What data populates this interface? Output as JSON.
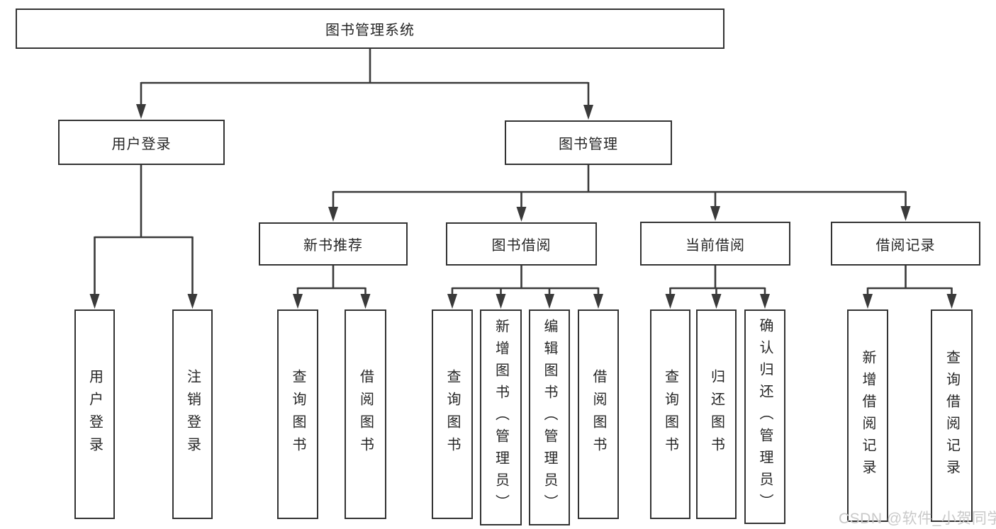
{
  "diagram": {
    "root": {
      "label": "图书管理系统"
    },
    "level2": {
      "user_login": {
        "label": "用户登录"
      },
      "book_management": {
        "label": "图书管理"
      }
    },
    "level3": {
      "new_book_recommend": {
        "label": "新书推荐"
      },
      "book_borrowing": {
        "label": "图书借阅"
      },
      "current_borrowing": {
        "label": "当前借阅"
      },
      "borrowing_records": {
        "label": "借阅记录"
      }
    },
    "leaves": {
      "user_login": {
        "label": "用户登录"
      },
      "logout": {
        "label": "注销登录"
      },
      "recommend_query_books": {
        "label": "查询图书"
      },
      "recommend_borrow_books": {
        "label": "借阅图书"
      },
      "borrowing_query_books": {
        "label": "查询图书"
      },
      "borrowing_add_books_admin": {
        "label": "新增图书（管理员）"
      },
      "borrowing_edit_books_admin": {
        "label": "编辑图书（管理员）"
      },
      "borrowing_borrow_books": {
        "label": "借阅图书"
      },
      "current_query_books": {
        "label": "查询图书"
      },
      "current_return_books": {
        "label": "归还图书"
      },
      "current_confirm_return_admin": {
        "label": "确认归还（管理员）"
      },
      "records_add_record": {
        "label": "新增借阅记录"
      },
      "records_query_record": {
        "label": "查询借阅记录"
      }
    }
  },
  "watermark": {
    "label": "CSDN @软件_小贺同学"
  },
  "colors": {
    "line": "#3a3a3a",
    "box_border": "#333333",
    "box_fill": "#ffffff",
    "text": "#262626",
    "watermark": "#c9c9c9",
    "background": "#ffffff"
  }
}
